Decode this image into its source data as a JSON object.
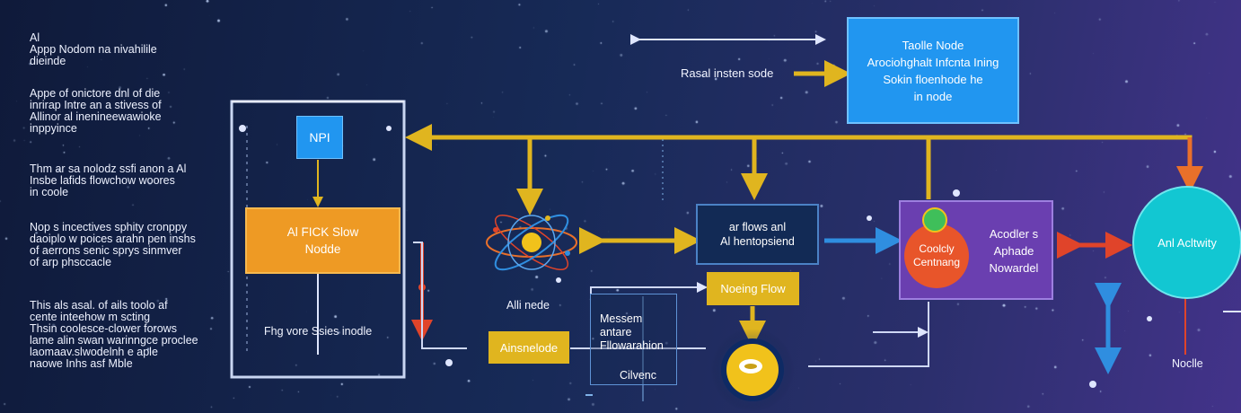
{
  "sidebar": {
    "paragraphs": [
      [
        "Al",
        "Appp Nodom na nivahilile",
        "dieinde"
      ],
      [
        "Appe of onictore dnl of die",
        "inrirap Intre an a stivess of",
        "Allinor al inenineewawioke",
        "inppyince"
      ],
      [
        "Thm ar sa nolodz ssfi anon a Al",
        "Insbe lafids flowchow woores",
        "in coole"
      ],
      [
        "Nop s incectives sphity cronppy",
        "daoiplo w poices arahn pen inshs",
        "of aerrons senic sprys sinmver",
        "of arp phsccacle"
      ],
      [
        "This als asal. of ails toolo af",
        "cente inteehow m scting",
        "Thsin coolesce-clower forows",
        "lame alin swan warinngce proclee",
        "laomaav.slwodelnh e aple",
        "naowe Inhs asf Mble"
      ]
    ]
  },
  "nodes": {
    "top_right": [
      "Taolle Node",
      "Arociohghalt Infcnta Ining",
      "Sokin floenhode he",
      "in node"
    ],
    "top_caption": "Rasal insten sode",
    "npi": "NPI",
    "fick": [
      "Al FICK Slow",
      "Nodde"
    ],
    "fhg": "Fhg vore Ssies inodle",
    "atom_label": "Alli nede",
    "center_box": [
      "ar flows anl",
      "Al hentopsiend"
    ],
    "noeing": "Noeing Flow",
    "measure": [
      "Messem antare",
      "Fllowarahion"
    ],
    "cilvenc": "Cilvenc",
    "ainsnelode": "Ainsnelode",
    "purple_box": [
      "Acodler s",
      "Aphade",
      "Nowardel"
    ],
    "orange_circle": [
      "Coolcly",
      "Centnang"
    ],
    "activity": "Anl Acltwity",
    "node_bottom": "Noclle"
  },
  "colors": {
    "background": "#14224a",
    "gold": "#e0b51f",
    "orange": "#e98f26",
    "blue": "#2f8ee0",
    "cyan": "#12c7d2",
    "purple": "#6a3fb0",
    "red": "#e0442a"
  }
}
